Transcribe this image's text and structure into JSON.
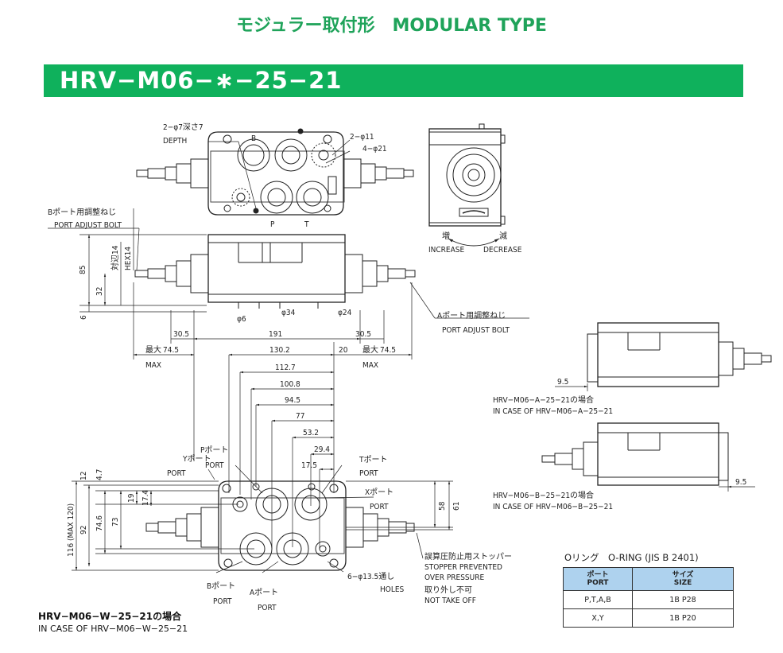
{
  "header": {
    "title": "モジュラー取付形　MODULAR  TYPE"
  },
  "banner": {
    "model": "HRV−M06−∗−25−21"
  },
  "drawing": {
    "top_view": {
      "label_depth_jp": "2−φ7深さ7",
      "label_depth_en": "DEPTH",
      "label_phi11": "2−φ11",
      "label_phi21": "4−φ21",
      "label_b_adjust_jp": "Bポート用調整ねじ",
      "label_b_adjust_en": "PORT ADJUST BOLT",
      "port_p": "P",
      "port_t": "T",
      "port_b": "B"
    },
    "front_view": {
      "dim_85": "85",
      "dim_32": "32",
      "dim_6": "6",
      "dim_hex": "対辺14",
      "dim_hex_en": "HEX14",
      "phi6": "φ6",
      "phi34": "φ34",
      "phi24": "φ24",
      "label_a_adjust_jp": "Aポート用調整ねじ",
      "label_a_adjust_en": "PORT ADJUST BOLT"
    },
    "dims": {
      "d30_5": "30.5",
      "d191": "191",
      "d30_5b": "30.5",
      "max_jp": "最大",
      "max745": "74.5",
      "max_en": "MAX",
      "d130_2": "130.2",
      "d20": "20",
      "d112_7": "112.7",
      "d100_8": "100.8",
      "d94_5": "94.5",
      "d77": "77",
      "d53_2": "53.2",
      "d29_4": "29.4",
      "d17_5": "17.5"
    },
    "bottom_view": {
      "y_port_jp": "Yポート",
      "y_port_en": "PORT",
      "p_port_jp": "Pポート",
      "p_port_en": "PORT",
      "t_port_jp": "Tポート",
      "t_port_en": "PORT",
      "x_port_jp": "Xポート",
      "x_port_en": "PORT",
      "b_port_jp": "Bポート",
      "b_port_en": "PORT",
      "a_port_jp": "Aポート",
      "a_port_en": "PORT",
      "holes_jp": "6−φ13.5通し",
      "holes_en": "HOLES",
      "stopper_jp": "誤算圧防止用ストッパー",
      "stopper_en1": "STOPPER PREVENTED",
      "stopper_en2": "OVER PRESSURE",
      "nottake_jp": "取り外し不可",
      "nottake_en": "NOT TAKE OFF",
      "d12": "12",
      "d4_7": "4.7",
      "d19": "19",
      "d17_4": "17.4",
      "d74_6": "74.6",
      "d73": "73",
      "d92": "92",
      "d116": "116 (MAX 120)",
      "d58": "58",
      "d61": "61"
    },
    "side_view": {
      "increase_jp": "増",
      "increase_en": "INCREASE",
      "decrease_jp": "減",
      "decrease_en": "DECREASE"
    },
    "case_a": {
      "dim": "9.5",
      "jp": "HRV−M06−A−25−21の場合",
      "en": "IN CASE OF HRV−M06−A−25−21"
    },
    "case_b": {
      "dim": "9.5",
      "jp": "HRV−M06−B−25−21の場合",
      "en": "IN CASE OF HRV−M06−B−25−21"
    }
  },
  "case_w": {
    "jp": "HRV−M06−W−25−21の場合",
    "en": "IN CASE OF HRV−M06−W−25−21"
  },
  "oring": {
    "title": "Oリング　O-RING (JIS B 2401)",
    "col_port_jp": "ポート",
    "col_port_en": "PORT",
    "col_size_jp": "サイズ",
    "col_size_en": "SIZE",
    "rows": [
      {
        "port": "P,T,A,B",
        "size": "1B P28"
      },
      {
        "port": "X,Y",
        "size": "1B P20"
      }
    ]
  }
}
